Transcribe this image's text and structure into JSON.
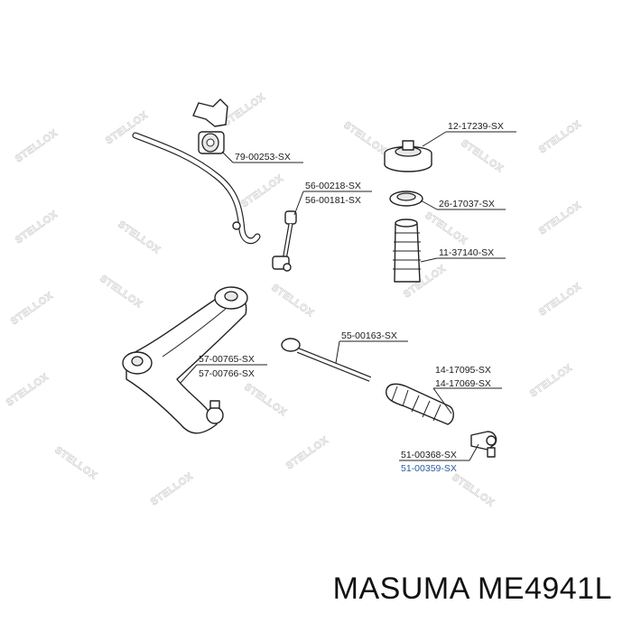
{
  "watermark": "STELLOX",
  "parts": [
    {
      "id": "p1",
      "labels": [
        "12-17239-SX"
      ]
    },
    {
      "id": "p2",
      "labels": [
        "79-00253-SX"
      ]
    },
    {
      "id": "p3",
      "labels": [
        "56-00218-SX",
        "56-00181-SX"
      ]
    },
    {
      "id": "p4",
      "labels": [
        "26-17037-SX"
      ]
    },
    {
      "id": "p5",
      "labels": [
        "11-37140-SX"
      ]
    },
    {
      "id": "p6",
      "labels": [
        "55-00163-SX"
      ]
    },
    {
      "id": "p7",
      "labels": [
        "57-00765-SX",
        "57-00766-SX"
      ]
    },
    {
      "id": "p8",
      "labels": [
        "14-17095-SX",
        "14-17069-SX"
      ]
    },
    {
      "id": "p9",
      "labels": [
        "51-00368-SX",
        "51-00359-SX"
      ],
      "highlighted_index": 1
    }
  ],
  "colors": {
    "text": "#1a1a1a",
    "highlight": "#2b5a9e",
    "watermark": "#d4d4d4"
  },
  "caption": "MASUMA ME4941L"
}
